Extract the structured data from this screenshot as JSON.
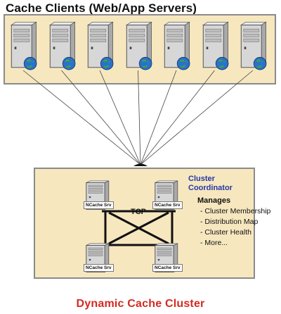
{
  "diagram": {
    "clients_title": "Cache Clients (Web/App Servers)",
    "cluster_title": "Dynamic Cache Cluster",
    "link_label": "TCP",
    "node_label": "NCache Srv",
    "coordinator_label": [
      "Cluster",
      "Coordinator"
    ],
    "manages_label": "Manages",
    "responsibilities": [
      "Cluster Membership",
      "Distribution Map",
      "Cluster Health",
      "More..."
    ],
    "client_count": 7,
    "cluster_node_count": 4,
    "colors": {
      "panel_fill": "#f6e7bf",
      "panel_border": "#8a8a8a",
      "coordinator_text": "#2537a8",
      "cluster_title": "#d42a22"
    },
    "icons": [
      "server-icon",
      "globe-icon"
    ]
  }
}
